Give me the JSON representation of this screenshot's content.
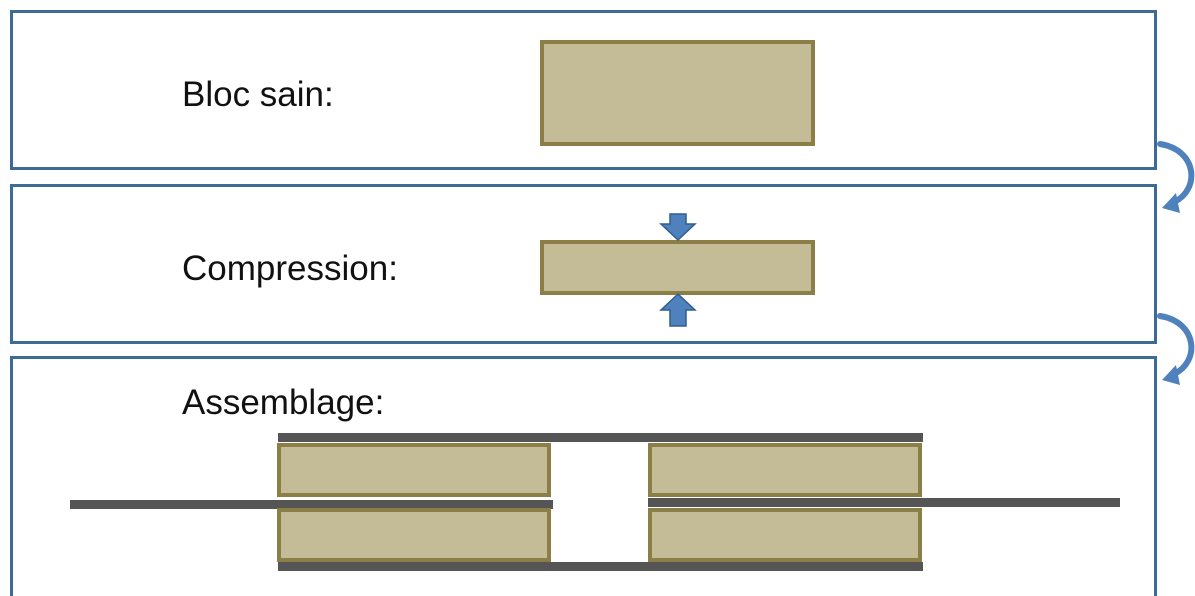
{
  "steps": [
    {
      "label": "Bloc sain:"
    },
    {
      "label": "Compression:"
    },
    {
      "label": "Assemblage:"
    }
  ],
  "colors": {
    "panel_border": "#3e6a96",
    "block_fill": "#c3bc96",
    "block_border": "#8b7f47",
    "plate": "#555555",
    "arrow_fill": "#4f81bd",
    "arrow_stroke": "#2f5f8f"
  },
  "icons": {
    "compression_arrows": "arrow-down-icon / arrow-up-icon",
    "flow_arrows": "curved-arrow-icon"
  }
}
